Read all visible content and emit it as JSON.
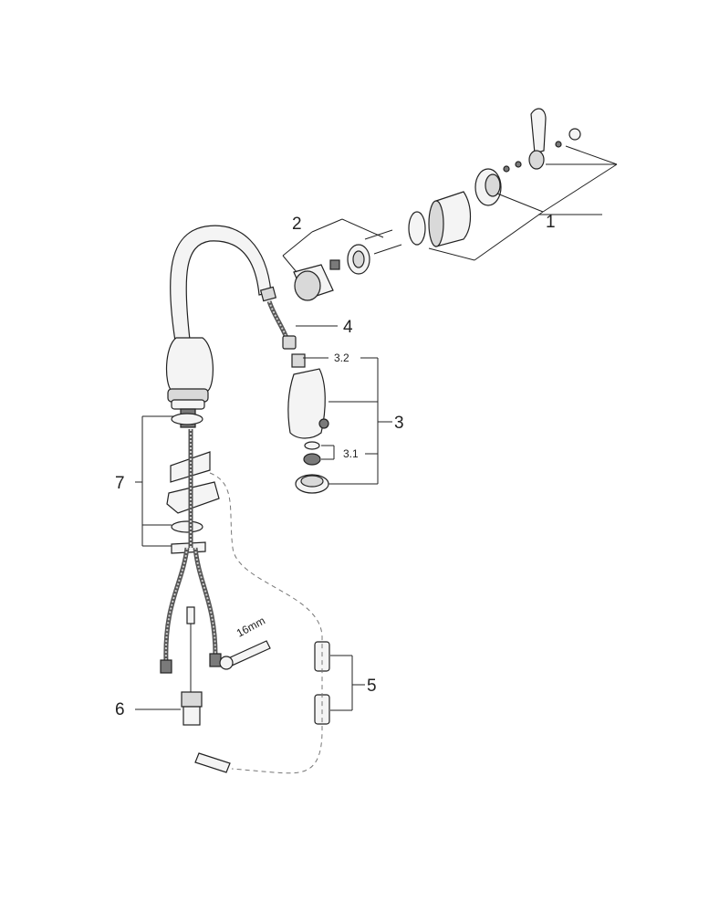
{
  "diagram": {
    "callouts": {
      "c1": "1",
      "c2": "2",
      "c3": "3",
      "c31": "3.1",
      "c32": "3.2",
      "c4": "4",
      "c5": "5",
      "c6": "6",
      "c7": "7"
    },
    "tool_label": "16mm",
    "colors": {
      "line": "#222222",
      "hose": "#555555",
      "background": "#ffffff"
    }
  }
}
